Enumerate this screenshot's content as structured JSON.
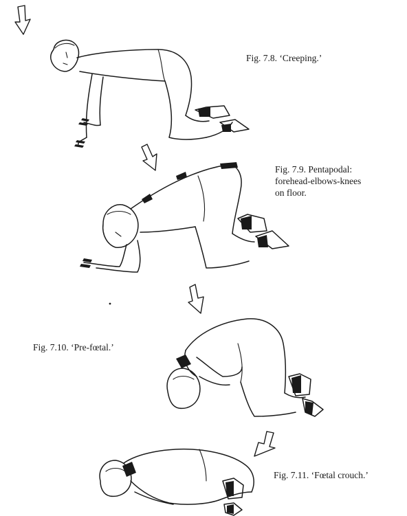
{
  "figures": [
    {
      "id": "fig-7-8",
      "caption_lines": [
        "Fig. 7.8. ‘Creeping.’"
      ]
    },
    {
      "id": "fig-7-9",
      "caption_lines": [
        "Fig. 7.9. Pentapodal:",
        "forehead-elbows-knees",
        "on floor."
      ]
    },
    {
      "id": "fig-7-10",
      "caption_lines": [
        "Fig. 7.10. ‘Pre-fœtal.’"
      ]
    },
    {
      "id": "fig-7-11",
      "caption_lines": [
        "Fig. 7.11. ‘Fœtal crouch.’"
      ]
    }
  ],
  "icons": [
    "arrow-down-icon",
    "curved-arrow-icon"
  ]
}
